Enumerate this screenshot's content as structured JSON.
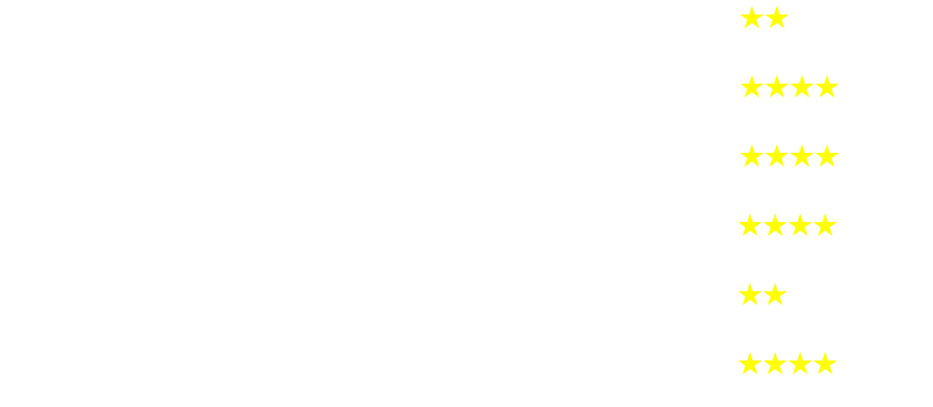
{
  "colors": {
    "background": "#ffffff",
    "star": "#ffff00"
  },
  "icons": {
    "star": "star-icon"
  },
  "star_glyph": "★",
  "ratings": [
    {
      "stars": 2
    },
    {
      "stars": 4
    },
    {
      "stars": 4
    },
    {
      "stars": 4
    },
    {
      "stars": 2
    },
    {
      "stars": 4
    }
  ]
}
